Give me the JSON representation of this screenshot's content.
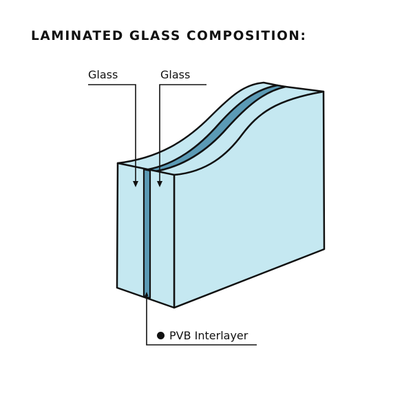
{
  "title": "LAMINATED GLASS COMPOSITION:",
  "labels": {
    "glass_outer": "Glass",
    "glass_inner": "Glass",
    "interlayer": "PVB Interlayer"
  },
  "colors": {
    "glass_fill": "#c5e8f1",
    "interlayer_fill": "#5b9ab5",
    "outline": "#111111",
    "text": "#111111",
    "background": "#ffffff"
  },
  "icons": {
    "interlayer_marker": "filled-circle-bullet"
  }
}
